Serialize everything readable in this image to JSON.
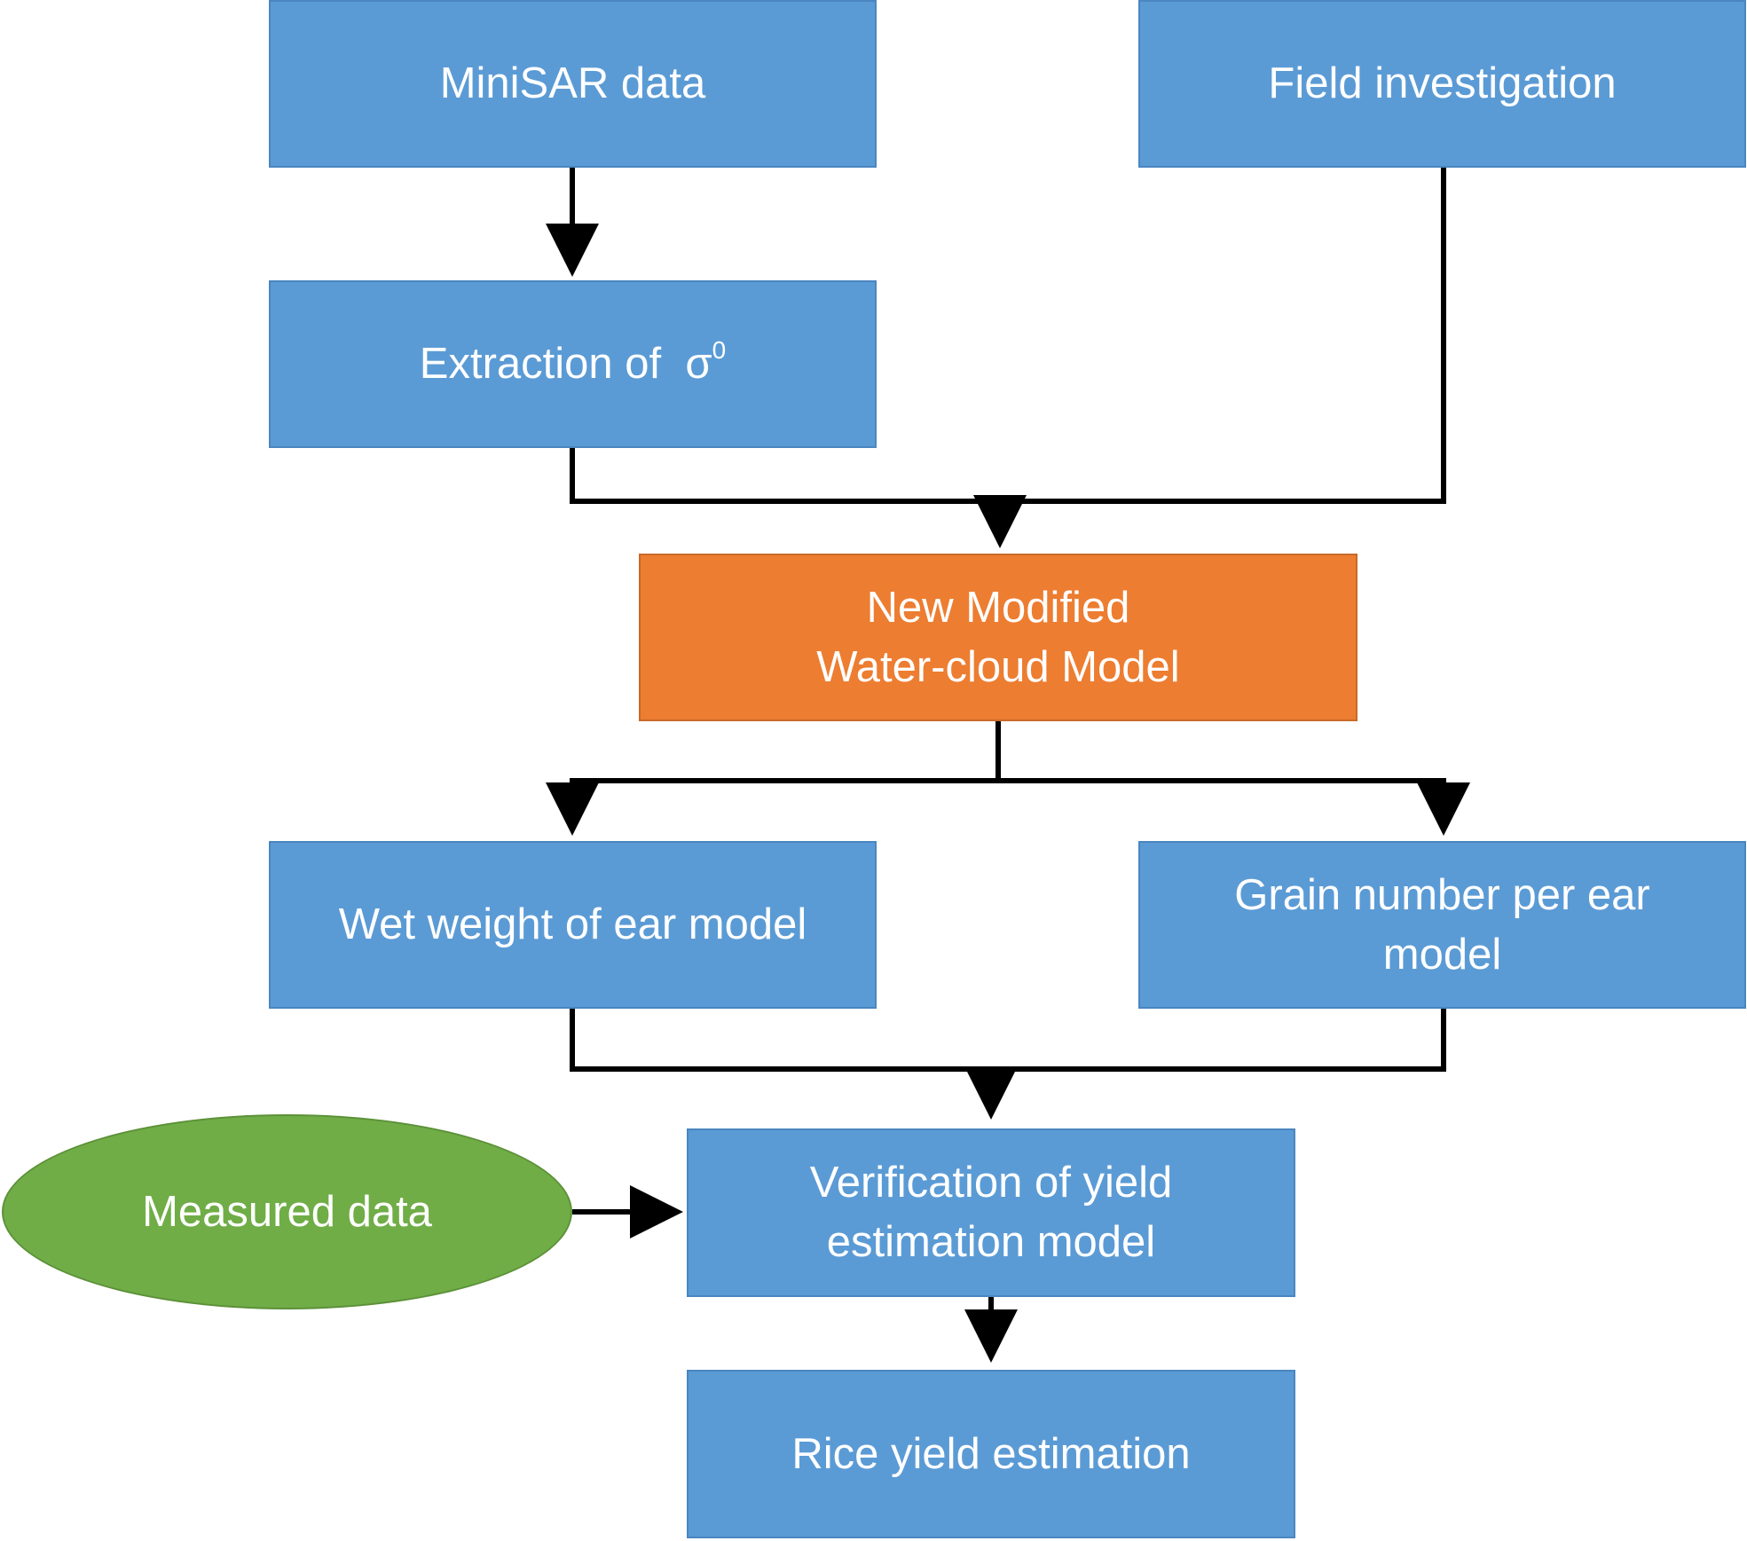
{
  "colors": {
    "process_box": "#5b9bd5",
    "model_box": "#ed7d31",
    "input_ellipse": "#70ad47",
    "connector": "#000000",
    "text": "#ffffff"
  },
  "nodes": {
    "minisar": {
      "label": "MiniSAR data"
    },
    "field": {
      "label": "Field investigation"
    },
    "extraction": {
      "label": "Extraction of  σ",
      "superscript": "0"
    },
    "wcm": {
      "line1": "New Modified",
      "line2": "Water-cloud Model"
    },
    "wet_weight": {
      "label": "Wet weight of ear model"
    },
    "grain_number": {
      "line1": "Grain number per ear",
      "line2": "model"
    },
    "measured": {
      "label": "Measured data"
    },
    "verification": {
      "line1": "Verification of yield",
      "line2": "estimation model"
    },
    "rice_yield": {
      "label": "Rice yield estimation"
    }
  }
}
